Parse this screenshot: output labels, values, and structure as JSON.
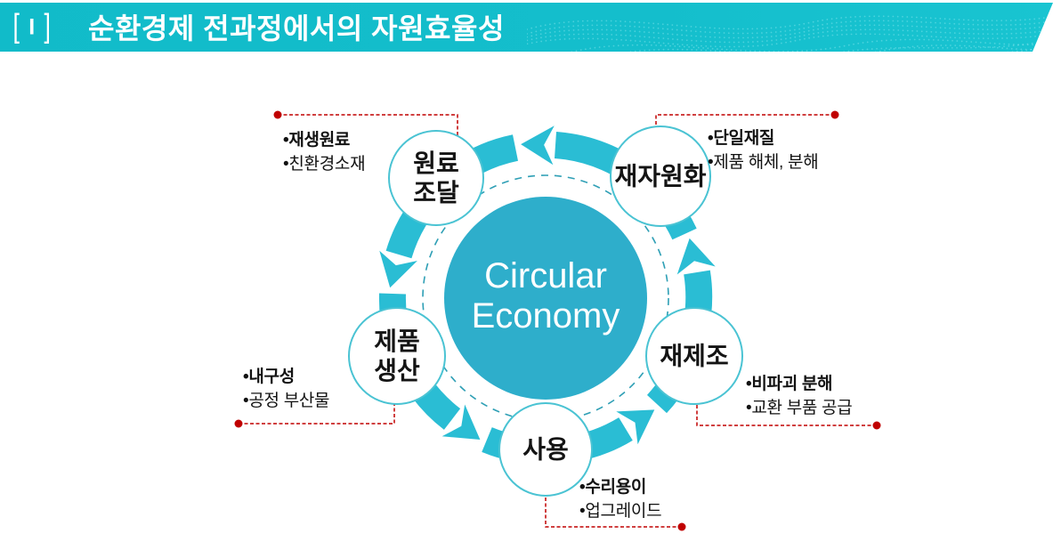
{
  "header": {
    "bracket_open": "[",
    "index": "I",
    "bracket_close": "]",
    "title": "순환경제 전과정에서의 자원효율성"
  },
  "diagram": {
    "center": {
      "line1": "Circular",
      "line2": "Economy"
    },
    "nodes": [
      {
        "id": "material-sourcing",
        "lines": [
          "원료",
          "조달"
        ],
        "notes": [
          "•재생원료",
          "•친환경소재"
        ]
      },
      {
        "id": "product-manufacturing",
        "lines": [
          "제품",
          "생산"
        ],
        "notes": [
          "•내구성",
          "•공정 부산물"
        ]
      },
      {
        "id": "use",
        "lines": [
          "사용"
        ],
        "notes": [
          "•수리용이",
          "•업그레이드"
        ]
      },
      {
        "id": "remanufacturing",
        "lines": [
          "재제조"
        ],
        "notes": [
          "•비파괴 분해",
          "•교환 부품 공급"
        ]
      },
      {
        "id": "re-resourcing",
        "lines": [
          "재자원화"
        ],
        "notes": [
          "•단일재질",
          "•제품 해체, 분해"
        ]
      }
    ],
    "colors": {
      "header_bar": "#12BCCB",
      "cycle_band": "#2ABDD4",
      "center_circle": "#2EAECB",
      "node_border": "#4AC3D3",
      "inner_dashed": "#2E9FB5",
      "connector_red": "#C00000",
      "text": "#141414",
      "title_text": "#FFFFFF"
    }
  }
}
